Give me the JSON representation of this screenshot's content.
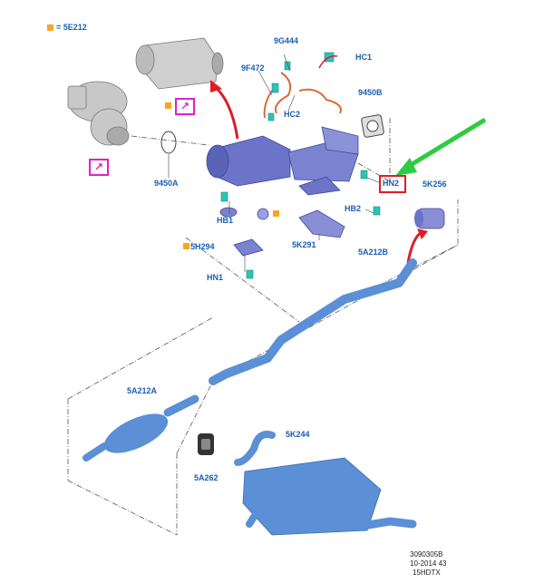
{
  "legend": {
    "text": "= 5E212",
    "color": "#f5a623"
  },
  "labels": {
    "9G444": "9G444",
    "HC1": "HC1",
    "9F472": "9F472",
    "HC2": "HC2",
    "9450B": "9450B",
    "9450A": "9450A",
    "HN2": "HN2",
    "5K256": "5K256",
    "HB1": "HB1",
    "HB2": "HB2",
    "5K291": "5K291",
    "5H294": "5H294",
    "HN1": "HN1",
    "5A212B": "5A212B",
    "5A212A": "5A212A",
    "5K244": "5K244",
    "5A262": "5A262"
  },
  "footer": {
    "line1": "3090305B",
    "line2": "10-2014 43",
    "line3": "15HDTX"
  },
  "colors": {
    "label": "#1a5fb4",
    "highlight_box": "#e01b24",
    "arrow_green": "#2ecc40",
    "arrow_red": "#e01b24",
    "magnifier": "#e020c8",
    "pipe": "#5b8fd6",
    "clip": "#2bc4b6"
  }
}
